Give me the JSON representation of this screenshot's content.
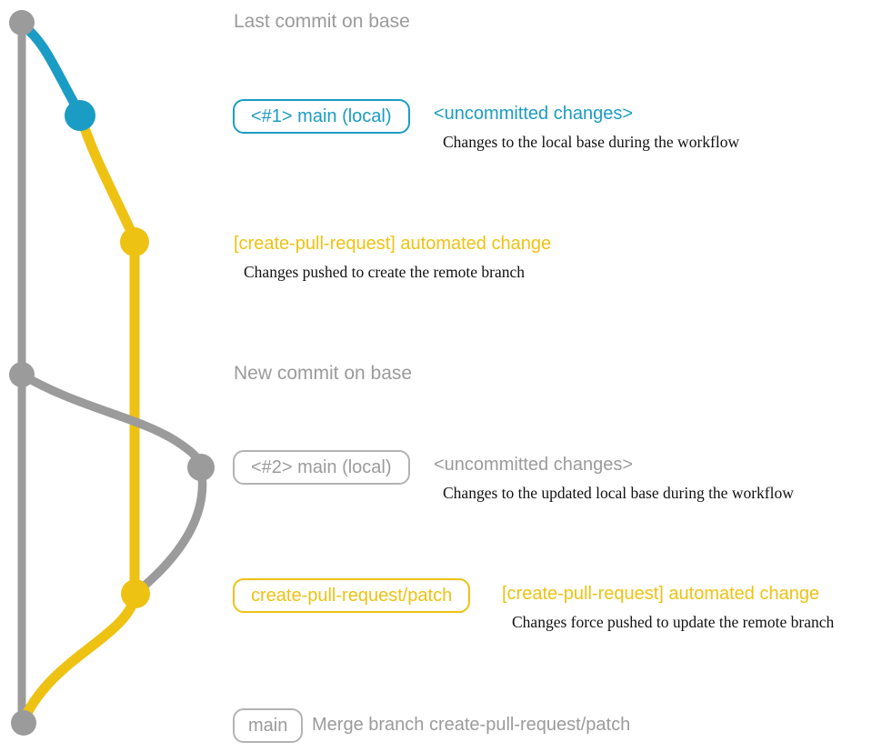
{
  "colors": {
    "teal": "#1b9cc4",
    "yellow": "#eec213",
    "gray": "#9b9b9b",
    "box_gray": "#b3b3b3",
    "desc_text": "#121212"
  },
  "annotations": {
    "last_commit_on_base": "Last commit on base",
    "new_commit_on_base": "New commit on base"
  },
  "rows": {
    "row1": {
      "badge": "<#1> main (local)",
      "title": "<uncommitted changes>",
      "desc": "Changes to the local base during the workflow"
    },
    "cpr1": {
      "title": "[create-pull-request] automated change",
      "desc": "Changes pushed to create the remote branch"
    },
    "row2": {
      "badge": "<#2> main (local)",
      "title": "<uncommitted changes>",
      "desc": "Changes to the updated local base during the workflow"
    },
    "cpr2": {
      "badge": "create-pull-request/patch",
      "title": "[create-pull-request] automated change",
      "desc": "Changes force pushed to update the remote branch"
    },
    "merge": {
      "badge": "main",
      "title": "Merge branch create-pull-request/patch"
    }
  }
}
